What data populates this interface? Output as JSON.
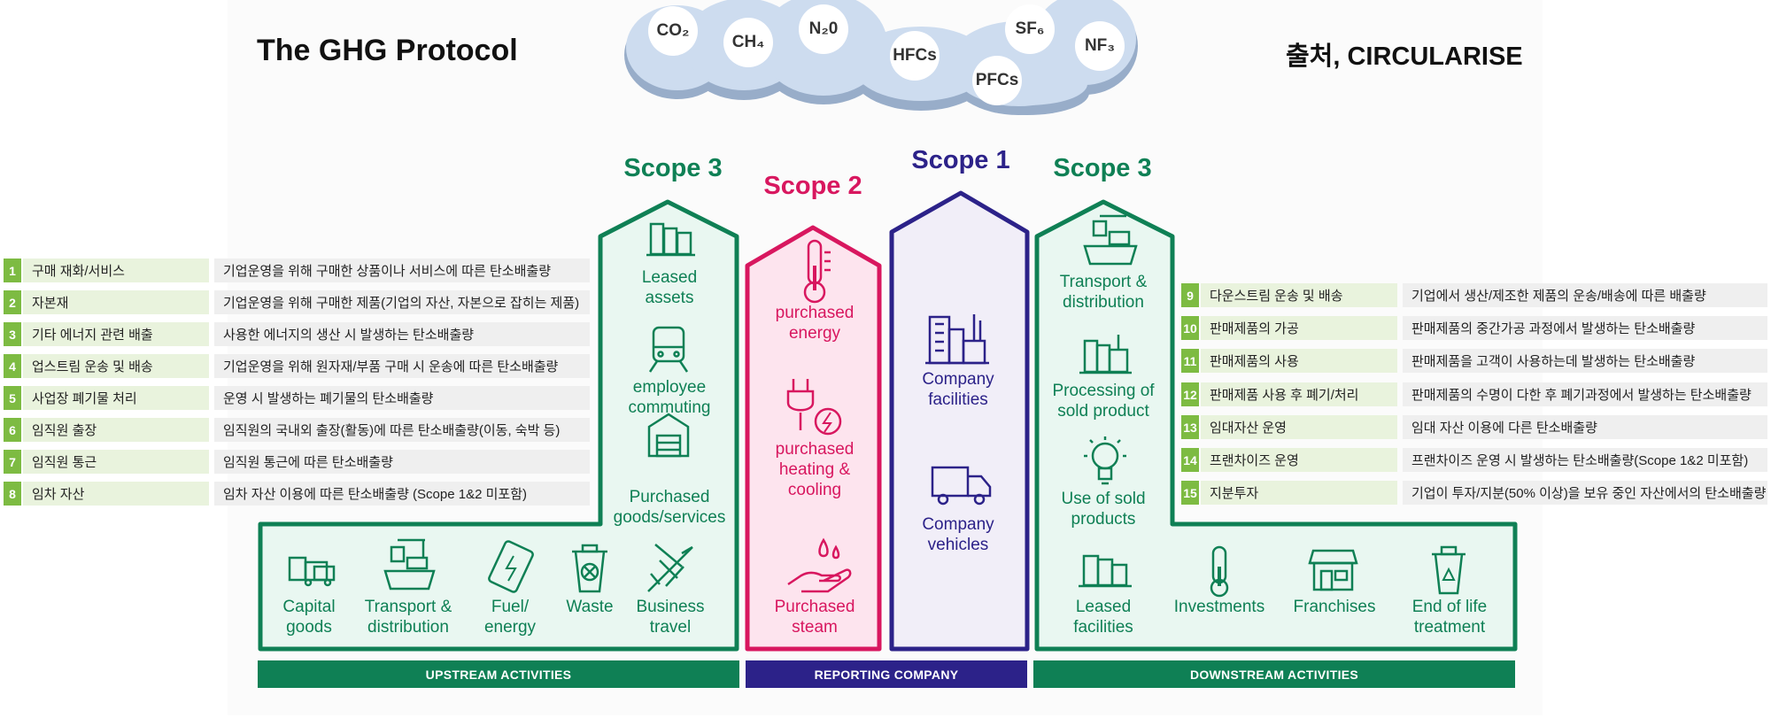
{
  "header": {
    "title": "The GHG Protocol",
    "source": "출처, CIRCULARISE"
  },
  "gases": [
    "CO₂",
    "CH₄",
    "N₂0",
    "HFCs",
    "PFCs",
    "SF₆",
    "NF₃"
  ],
  "scopes": {
    "upstream_title": "Scope 3",
    "scope2_title": "Scope 2",
    "scope1_title": "Scope 1",
    "downstream_title": "Scope 3"
  },
  "upstream": {
    "tower_items": [
      "Leased\nassets",
      "employee\ncommuting",
      "Purchased\ngoods/services"
    ],
    "base_items": [
      "Capital\ngoods",
      "Transport &\ndistribution",
      "Fuel/\nenergy",
      "Waste",
      "Business\ntravel"
    ]
  },
  "scope2": {
    "items": [
      "purchased\nenergy",
      "purchased\nheating &\ncooling",
      "Purchased\nsteam"
    ]
  },
  "scope1": {
    "items": [
      "Company\nfacilities",
      "Company\nvehicles"
    ]
  },
  "downstream": {
    "tower_items": [
      "Transport &\ndistribution",
      "Processing of\nsold product",
      "Use of sold\nproducts"
    ],
    "base_items": [
      "Leased\nfacilities",
      "Investments",
      "Franchises",
      "End of life\ntreatment"
    ]
  },
  "footer": {
    "upstream": "UPSTREAM ACTIVITIES",
    "reporting": "REPORTING COMPANY",
    "downstream": "DOWNSTREAM ACTIVITIES"
  },
  "colors": {
    "green": "#0f8055",
    "green_fill": "#e9f7f1",
    "red": "#d8175f",
    "red_fill": "#fde4ee",
    "navy": "#2c2289",
    "navy_fill": "#f1eef8",
    "cloud": "#cddcef",
    "cloud_shadow": "#98adc9",
    "badge": "#7dbb42"
  },
  "left_table": [
    {
      "no": "1",
      "category": "구매 재화/서비스",
      "description": "기업운영을 위해 구매한 상품이나 서비스에 따른 탄소배출량"
    },
    {
      "no": "2",
      "category": "자본재",
      "description": "기업운영을 위해 구매한 제품(기업의 자산, 자본으로 잡히는 제품)"
    },
    {
      "no": "3",
      "category": "기타 에너지 관련 배출",
      "description": "사용한 에너지의 생산 시 발생하는 탄소배출량"
    },
    {
      "no": "4",
      "category": "업스트림 운송 및 배송",
      "description": "기업운영을 위해 원자재/부품 구매 시 운송에 따른 탄소배출량"
    },
    {
      "no": "5",
      "category": "사업장 폐기물 처리",
      "description": "운영 시 발생하는 폐기물의 탄소배출량"
    },
    {
      "no": "6",
      "category": "임직원 출장",
      "description": "임직원의 국내외 출장(활동)에 따른 탄소배출량(이동, 숙박 등)"
    },
    {
      "no": "7",
      "category": "임직원 통근",
      "description": "임직원 통근에 따른 탄소배출량"
    },
    {
      "no": "8",
      "category": "임차 자산",
      "description": "임차 자산 이용에 따른 탄소배출량 (Scope 1&2 미포함)"
    }
  ],
  "right_table": [
    {
      "no": "9",
      "category": "다운스트림 운송 및 배송",
      "description": "기업에서 생산/제조한 제품의 운송/배송에 따른 배출량"
    },
    {
      "no": "10",
      "category": "판매제품의 가공",
      "description": "판매제품의 중간가공 과정에서 발생하는 탄소배출량"
    },
    {
      "no": "11",
      "category": "판매제품의 사용",
      "description": "판매제품을 고객이 사용하는데 발생하는 탄소배출량"
    },
    {
      "no": "12",
      "category": "판매제품 사용 후 폐기/처리",
      "description": "판매제품의 수명이 다한 후 폐기과정에서 발생하는 탄소배출량"
    },
    {
      "no": "13",
      "category": "임대자산 운영",
      "description": "임대 자산 이용에 다른 탄소배출량"
    },
    {
      "no": "14",
      "category": "프랜차이즈 운영",
      "description": "프랜차이즈 운영 시 발생하는 탄소배출량(Scope 1&2 미포함)"
    },
    {
      "no": "15",
      "category": "지분투자",
      "description": "기업이 투자/지분(50% 이상)을 보유 중인 자산에서의 탄소배출량"
    }
  ]
}
